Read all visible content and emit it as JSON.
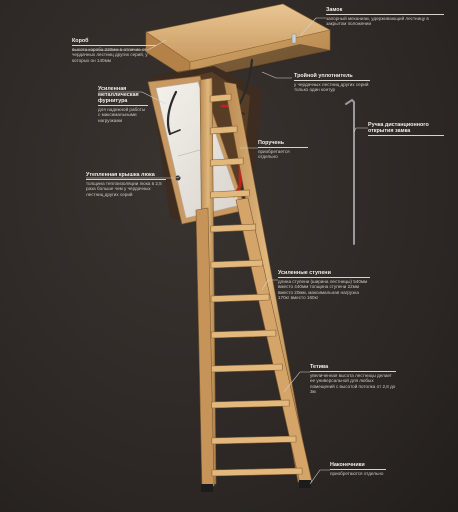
{
  "callouts": {
    "zamok": {
      "title": "Замок",
      "desc": "запорный механизм, удерживающий лестницу в закрытом положении"
    },
    "korob": {
      "title": "Короб",
      "desc": "высота короба 220мм в отличие от чердачных лестниц других серий, у которых он 140мм"
    },
    "uplotnitel": {
      "title": "Тройной уплотнитель",
      "desc": "у чердачных лестниц других серий только один контур"
    },
    "furnitura": {
      "title": "Усиленная металлическая фурнитура",
      "desc": "для надежной работы с максимальными нагрузками"
    },
    "ruchka": {
      "title": "Ручка дистанционного открытия замка",
      "desc": ""
    },
    "poruchen": {
      "title": "Поручень",
      "desc": "приобретается отдельно"
    },
    "kryshka": {
      "title": "Утепленная крышка люка",
      "desc": "толщина теплоизоляции люка в 2,5 раза больше чем у чердачных лестниц других серий"
    },
    "stupeni": {
      "title": "Усиленные ступени",
      "desc": "длина ступени (ширина лестницы) 540мм вместо 440мм толщина ступени 22мм вместо 20мм, максимальная нагрузка 170кг вместо 160кг"
    },
    "tetiva": {
      "title": "Тетива",
      "desc": "увеличенная высота лестницы делает ее универсальной для любых помещений с высотой потолка от 2,8 до 3м"
    },
    "nakonechniki": {
      "title": "Наконечники",
      "desc": "приобретаются отдельно"
    }
  }
}
